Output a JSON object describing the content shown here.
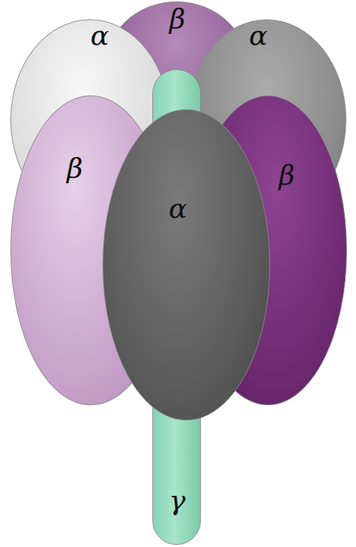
{
  "diagram": {
    "nodes": [
      {
        "text": [
          "β"
        ]
      },
      {
        "text": [
          "α"
        ]
      },
      {
        "text": [
          "α"
        ]
      },
      {
        "text": [
          "β"
        ]
      },
      {
        "text": [
          "α"
        ]
      },
      {
        "text": [
          "β"
        ]
      },
      {
        "text": [
          "γ"
        ]
      }
    ]
  }
}
